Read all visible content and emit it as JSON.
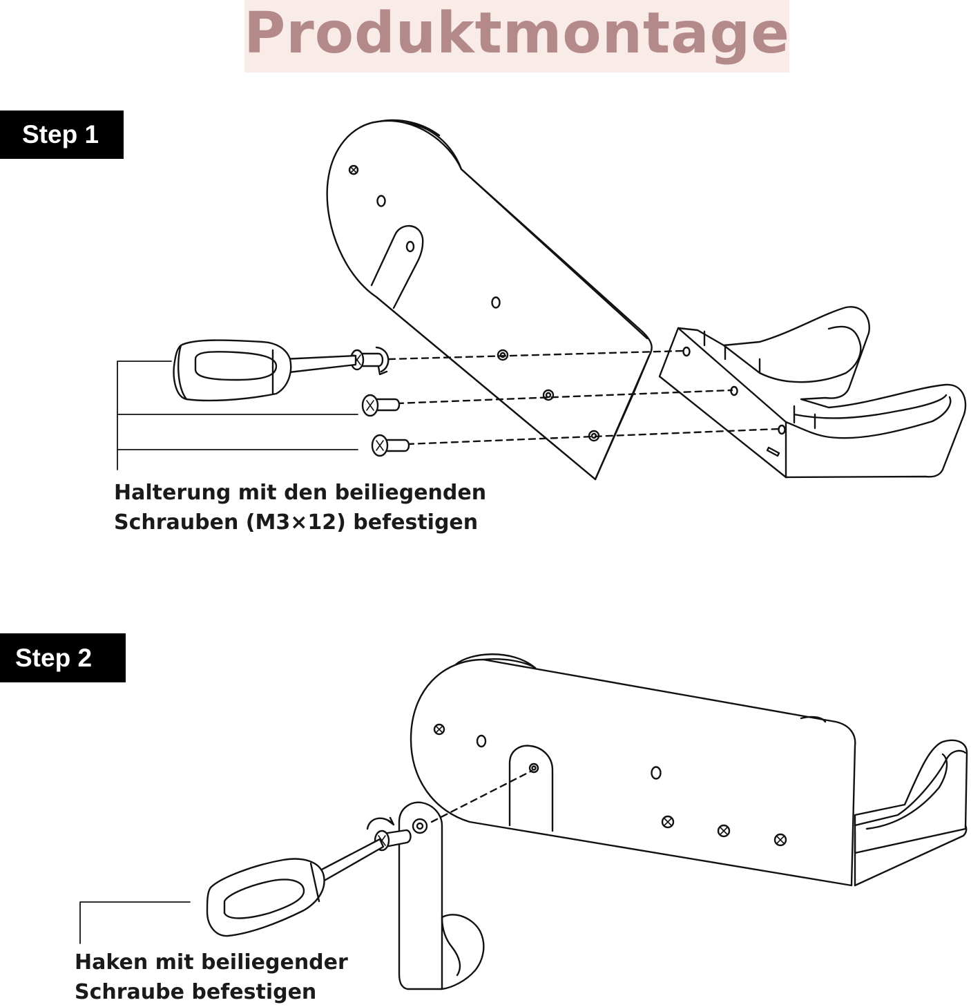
{
  "title": "Produktmontage",
  "steps": [
    {
      "label": "Step 1",
      "caption_lines": [
        "Halterung mit den beiliegenden",
        "Schrauben (M3×12) befestigen"
      ]
    },
    {
      "label": "Step 2",
      "caption_lines": [
        "Haken mit beiliegender",
        "Schraube befestigen"
      ]
    }
  ],
  "colors": {
    "title_text": "#b3898a",
    "title_background": "#f9ebe8",
    "step_label_background": "#000000",
    "line_art": "#111111"
  }
}
